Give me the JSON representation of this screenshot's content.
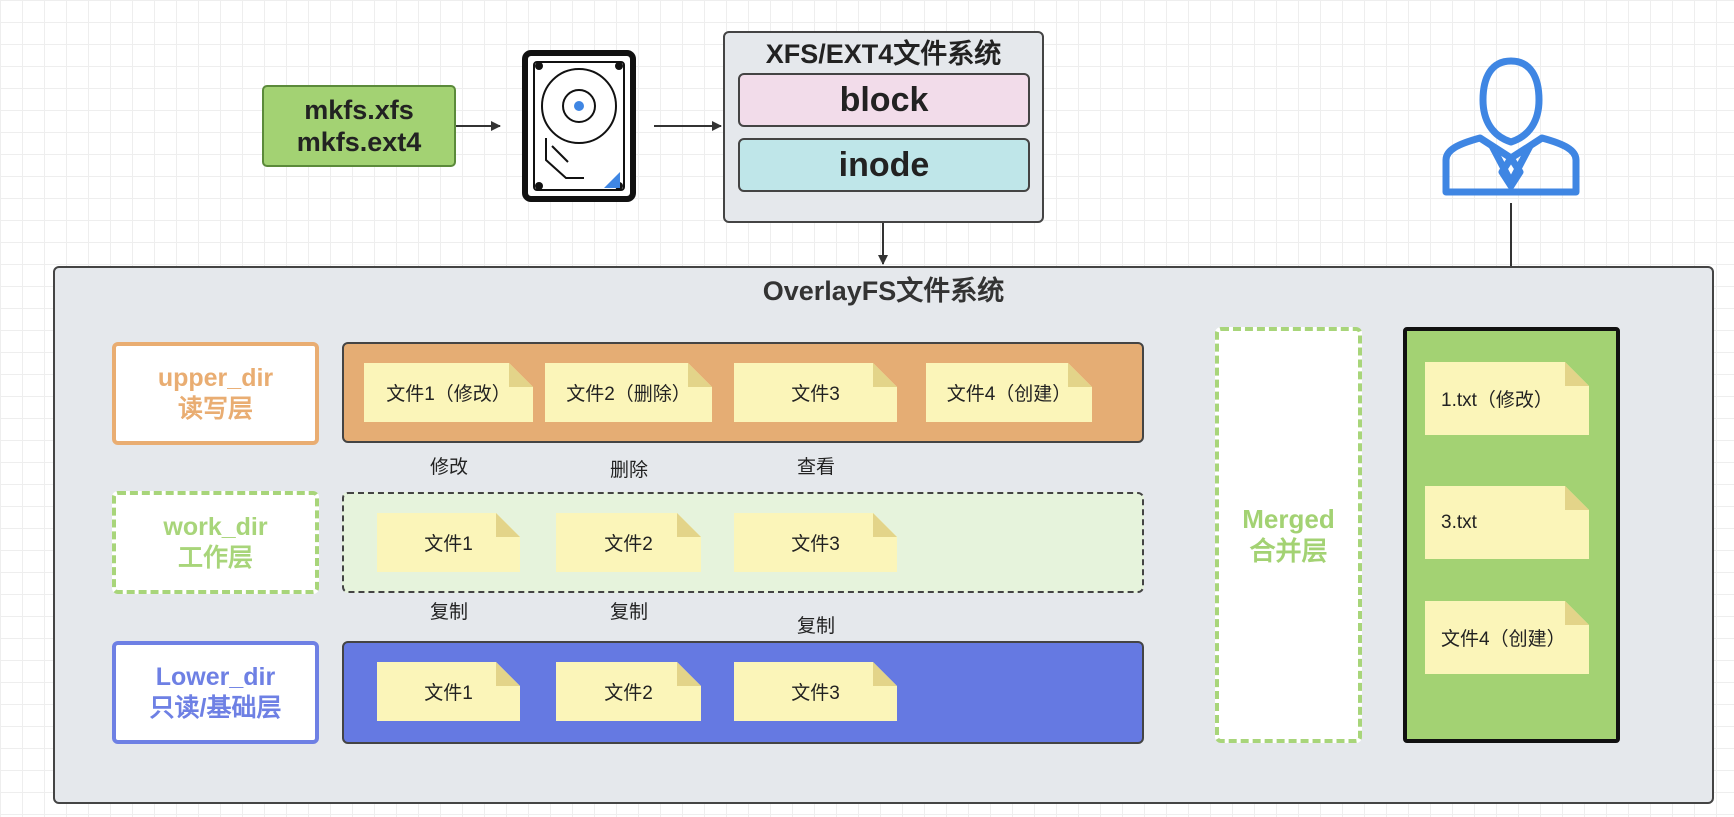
{
  "mkfs": {
    "line1": "mkfs.xfs",
    "line2": "mkfs.ext4"
  },
  "fs": {
    "title": "XFS/EXT4文件系统",
    "block": "block",
    "inode": "inode"
  },
  "overlay": {
    "title": "OverlayFS文件系统"
  },
  "layers": {
    "upper": {
      "name": "upper_dir",
      "desc": "读写层"
    },
    "work": {
      "name": "work_dir",
      "desc": "工作层"
    },
    "lower": {
      "name": "Lower_dir",
      "desc": "只读/基础层"
    }
  },
  "upper_files": [
    "文件1（修改）",
    "文件2（删除）",
    "文件3",
    "文件4（创建）"
  ],
  "work_files": [
    "文件1",
    "文件2",
    "文件3"
  ],
  "lower_files": [
    "文件1",
    "文件2",
    "文件3"
  ],
  "ops_upper": [
    "修改",
    "删除",
    "查看"
  ],
  "ops_lower": [
    "复制",
    "复制",
    "复制"
  ],
  "merged": {
    "line1": "Merged",
    "line2": "合并层"
  },
  "result_files": [
    "1.txt（修改）",
    "3.txt",
    "文件4（创建）"
  ],
  "colors": {
    "upper": "#e9ad72",
    "work": "#a8d57a",
    "lower": "#6e80e4",
    "user_icon": "#3f86e3",
    "note": "#fbf5b9"
  },
  "icons": {
    "disk": "hard-disk-icon",
    "user": "user-icon"
  }
}
